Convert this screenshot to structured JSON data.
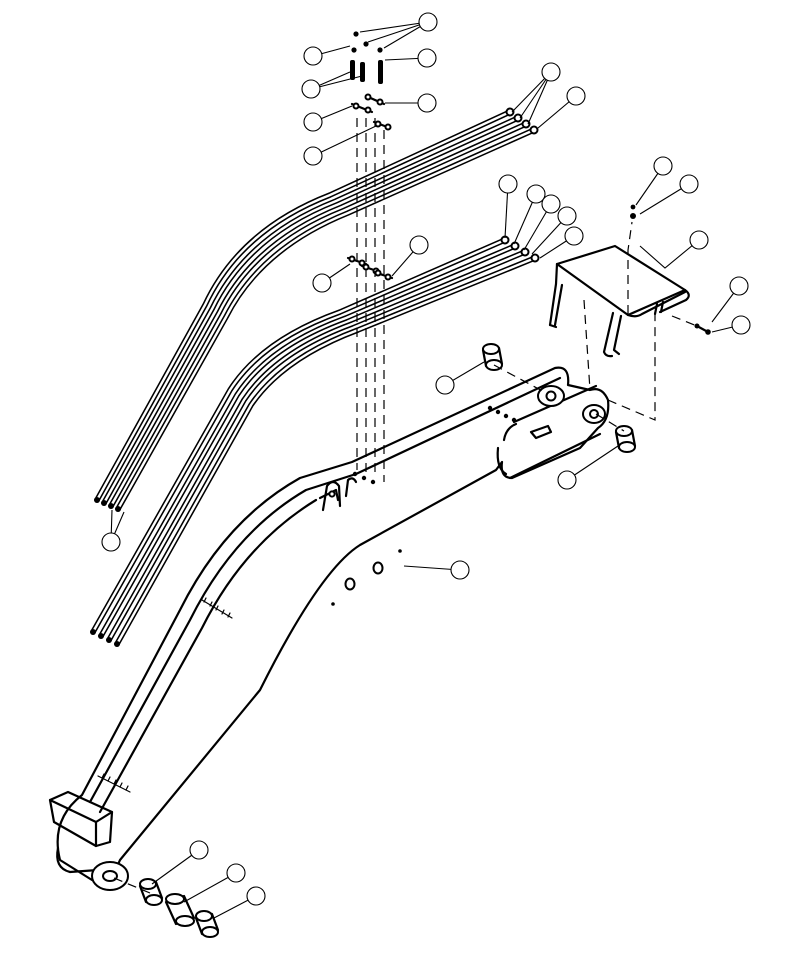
{
  "diagram": {
    "type": "exploded-parts-view",
    "callouts": [
      {
        "id": "c1",
        "label": ""
      },
      {
        "id": "c2",
        "label": ""
      },
      {
        "id": "c3",
        "label": ""
      },
      {
        "id": "c4",
        "label": ""
      },
      {
        "id": "c5",
        "label": ""
      },
      {
        "id": "c6",
        "label": ""
      },
      {
        "id": "c7",
        "label": ""
      },
      {
        "id": "c8",
        "label": ""
      },
      {
        "id": "c9",
        "label": ""
      },
      {
        "id": "c10",
        "label": ""
      },
      {
        "id": "c11",
        "label": ""
      },
      {
        "id": "c12",
        "label": ""
      },
      {
        "id": "c13",
        "label": ""
      },
      {
        "id": "c14",
        "label": ""
      },
      {
        "id": "c15",
        "label": ""
      },
      {
        "id": "c16",
        "label": ""
      },
      {
        "id": "c17",
        "label": ""
      },
      {
        "id": "c18",
        "label": ""
      },
      {
        "id": "c19",
        "label": ""
      },
      {
        "id": "c20",
        "label": ""
      },
      {
        "id": "c21",
        "label": ""
      },
      {
        "id": "c22",
        "label": ""
      },
      {
        "id": "c23",
        "label": ""
      },
      {
        "id": "c24",
        "label": ""
      },
      {
        "id": "c25",
        "label": ""
      },
      {
        "id": "c26",
        "label": ""
      },
      {
        "id": "c27",
        "label": ""
      },
      {
        "id": "c28",
        "label": ""
      }
    ]
  }
}
